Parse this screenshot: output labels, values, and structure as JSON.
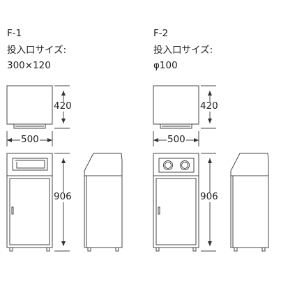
{
  "models": [
    {
      "id": "F-1",
      "opening_label": "投入口サイズ:",
      "opening_size": "300×120",
      "lid_height": "420",
      "width": "500",
      "body_height": "906"
    },
    {
      "id": "F-2",
      "opening_label": "投入口サイズ:",
      "opening_size": "φ100",
      "lid_height": "420",
      "width": "500",
      "body_height": "906"
    }
  ]
}
